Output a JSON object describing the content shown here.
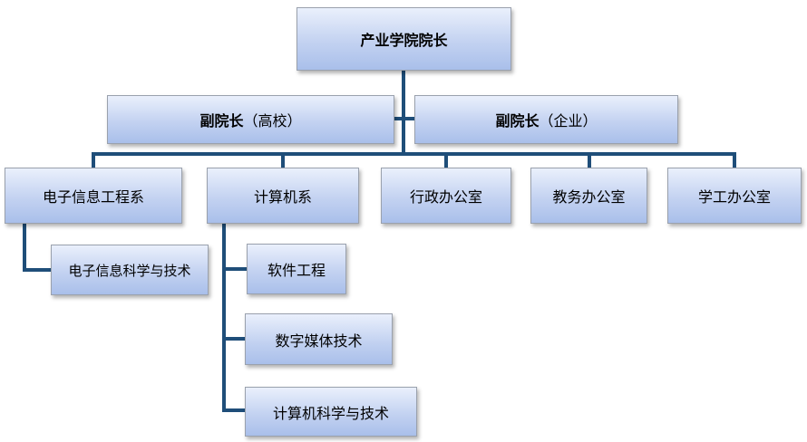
{
  "diagram": {
    "type": "org-chart"
  },
  "nodes": {
    "dean": {
      "label": "产业学院院长"
    },
    "vice_university": {
      "label_bold": "副院长",
      "label_suffix": "（高校）"
    },
    "vice_enterprise": {
      "label_bold": "副院长",
      "label_suffix": "（企业）"
    },
    "dept_electronic": {
      "label": "电子信息工程系"
    },
    "dept_computer": {
      "label": "计算机系"
    },
    "office_admin": {
      "label": "行政办公室"
    },
    "office_academic": {
      "label": "教务办公室"
    },
    "office_student": {
      "label": "学工办公室"
    },
    "major_eist": {
      "label": "电子信息科学与技术"
    },
    "major_software": {
      "label": "软件工程"
    },
    "major_digital_media": {
      "label": "数字媒体技术"
    },
    "major_cs": {
      "label": "计算机科学与技术"
    }
  },
  "edges": [
    {
      "from": "dean",
      "to": "vice_university"
    },
    {
      "from": "dean",
      "to": "vice_enterprise"
    },
    {
      "from": "dean",
      "to": "dept_electronic"
    },
    {
      "from": "dean",
      "to": "dept_computer"
    },
    {
      "from": "dean",
      "to": "office_admin"
    },
    {
      "from": "dean",
      "to": "office_academic"
    },
    {
      "from": "dean",
      "to": "office_student"
    },
    {
      "from": "dept_electronic",
      "to": "major_eist"
    },
    {
      "from": "dept_computer",
      "to": "major_software"
    },
    {
      "from": "dept_computer",
      "to": "major_digital_media"
    },
    {
      "from": "dept_computer",
      "to": "major_cs"
    }
  ],
  "colors": {
    "box_top": "#eaf0fc",
    "box_mid": "#c3d2f1",
    "box_bottom": "#a9bfea",
    "box_border": "#9aa1ad",
    "connector": "#1F4E79",
    "text": "#000000"
  }
}
